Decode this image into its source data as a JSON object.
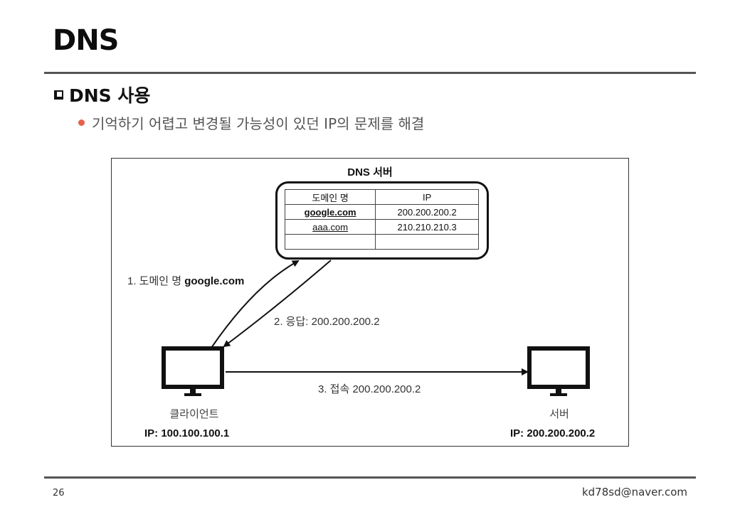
{
  "slide": {
    "title": "DNS",
    "section_heading": "DNS 사용",
    "bullet": "기억하기 어렵고 변경될 가능성이 있던 IP의 문제를 해결",
    "page_number": "26",
    "footer_email": "kd78sd@naver.com",
    "accent_color": "#e8604c"
  },
  "diagram": {
    "dns_server_title": "DNS 서버",
    "table": {
      "headers": [
        "도메인 명",
        "IP"
      ],
      "rows": [
        {
          "domain": "google.com",
          "ip": "200.200.200.2"
        },
        {
          "domain": "aaa.com",
          "ip": "210.210.210.3"
        },
        {
          "domain": "",
          "ip": ""
        }
      ]
    },
    "step1_prefix": "1. 도메인 명",
    "step1_domain": "google.com",
    "step2": "2. 응답: 200.200.200.2",
    "step3": "3. 접속 200.200.200.2",
    "client": {
      "label": "클라이언트",
      "ip": "IP: 100.100.100.1",
      "icon": "monitor-icon"
    },
    "server": {
      "label": "서버",
      "ip": "IP: 200.200.200.2",
      "icon": "monitor-icon"
    }
  }
}
